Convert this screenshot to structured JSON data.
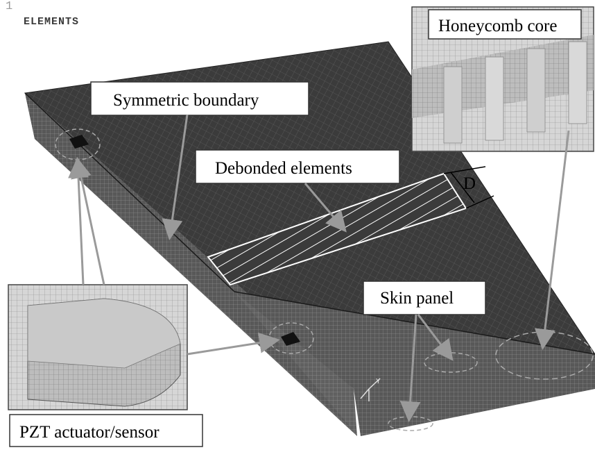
{
  "header": {
    "window_number": "1",
    "mode_label": "ELEMENTS"
  },
  "callouts": {
    "symmetric_boundary": "Symmetric boundary",
    "debonded_elements": "Debonded elements",
    "honeycomb_core": "Honeycomb core",
    "skin_panel": "Skin panel",
    "pzt": "PZT actuator/sensor",
    "dimension": "D"
  },
  "triad": {
    "axis_y": "Y"
  },
  "colors": {
    "mesh_dark": "#3a3a3a",
    "mesh_face": "#5a5a5a",
    "inset_fill": "#d8d8d8",
    "arrow": "#9a9a9a"
  }
}
